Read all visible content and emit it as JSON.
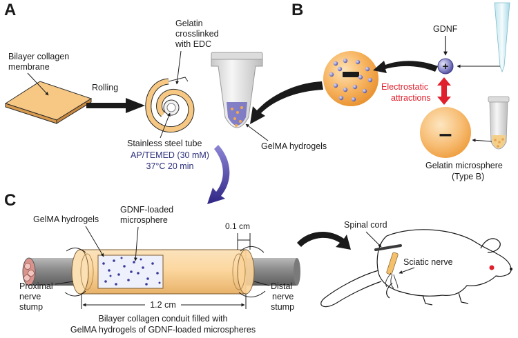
{
  "panels": {
    "a": "A",
    "b": "B",
    "c": "C"
  },
  "panel_a": {
    "membrane_label": [
      "Bilayer collagen",
      "membrane"
    ],
    "rolling_label": "Rolling",
    "gelatin_label": [
      "Gelatin",
      "crosslinked",
      "with EDC"
    ],
    "tube_label": "Stainless steel tube",
    "hydrogel_label": "GelMA hydrogels",
    "condition_label": [
      "AP/TEMED (30 mM)",
      "37°C 20 min"
    ]
  },
  "panel_b": {
    "gdnf_label": "GDNF",
    "attraction_label": [
      "Electrostatic",
      "attractions"
    ],
    "microsphere_label": [
      "Gelatin microsphere",
      "(Type B)"
    ],
    "plus_sign": "+",
    "minus_sign": "–"
  },
  "panel_c": {
    "hydrogel_label": "GelMA hydrogels",
    "microsphere_label": [
      "GDNF-loaded",
      "microsphere"
    ],
    "gap_label": "0.1 cm",
    "proximal_label": [
      "Proximal",
      "nerve",
      "stump"
    ],
    "length_label": "1.2 cm",
    "conduit_label": [
      "Bilayer collagen conduit filled with",
      "GelMA hydrogels of GDNF-loaded microspheres"
    ],
    "distal_label": [
      "Distal",
      "nerve",
      "stump"
    ],
    "spinal_label": "Spinal cord",
    "sciatic_label": "Sciatic nerve"
  },
  "colors": {
    "membrane": "#f6c883",
    "conduit": "#fbd49a",
    "microsphere": "#f5a94a",
    "protein": "#7a78c0",
    "attraction_arrow": "#e0202c",
    "condition_text": "#2b2f7a",
    "purple_arrow": "#3b2f8f"
  }
}
